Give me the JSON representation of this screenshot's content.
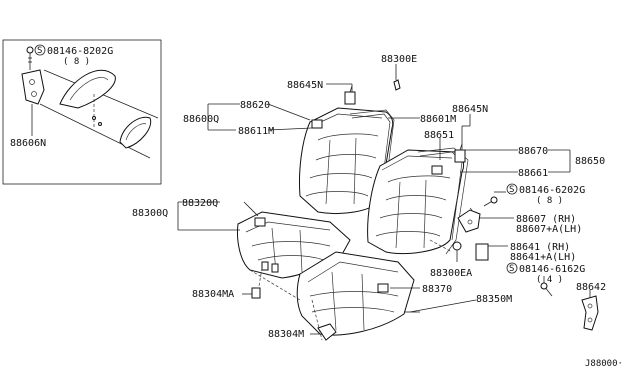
{
  "labels": {
    "inset_screw": "08146-8202G",
    "inset_screw_qty": "( 8 )",
    "inset_part": "88606N",
    "p88300E": "88300E",
    "p88645N_a": "88645N",
    "p88645N_b": "88645N",
    "p88620": "88620",
    "p88600Q": "88600Q",
    "p88601M": "88601M",
    "p88611M": "88611M",
    "p88651": "88651",
    "p88670": "88670",
    "p88650": "88650",
    "p88661": "88661",
    "bolt1": "08146-6202G",
    "bolt1_qty": "( 8 )",
    "p88607_rh": "88607  (RH)",
    "p88607_lh": "88607+A(LH)",
    "p88641_rh": "88641  (RH)",
    "p88641_lh": "88641+A(LH)",
    "p88300EA": "88300EA",
    "bolt2": "08146-6162G",
    "bolt2_qty": "( 4 )",
    "p88642": "88642",
    "p88320Q": "88320Q",
    "p88300Q": "88300Q",
    "p88304MA": "88304MA",
    "p88370": "88370",
    "p88350M": "88350M",
    "p88304M": "88304M",
    "diagram_code": "J88000·"
  }
}
